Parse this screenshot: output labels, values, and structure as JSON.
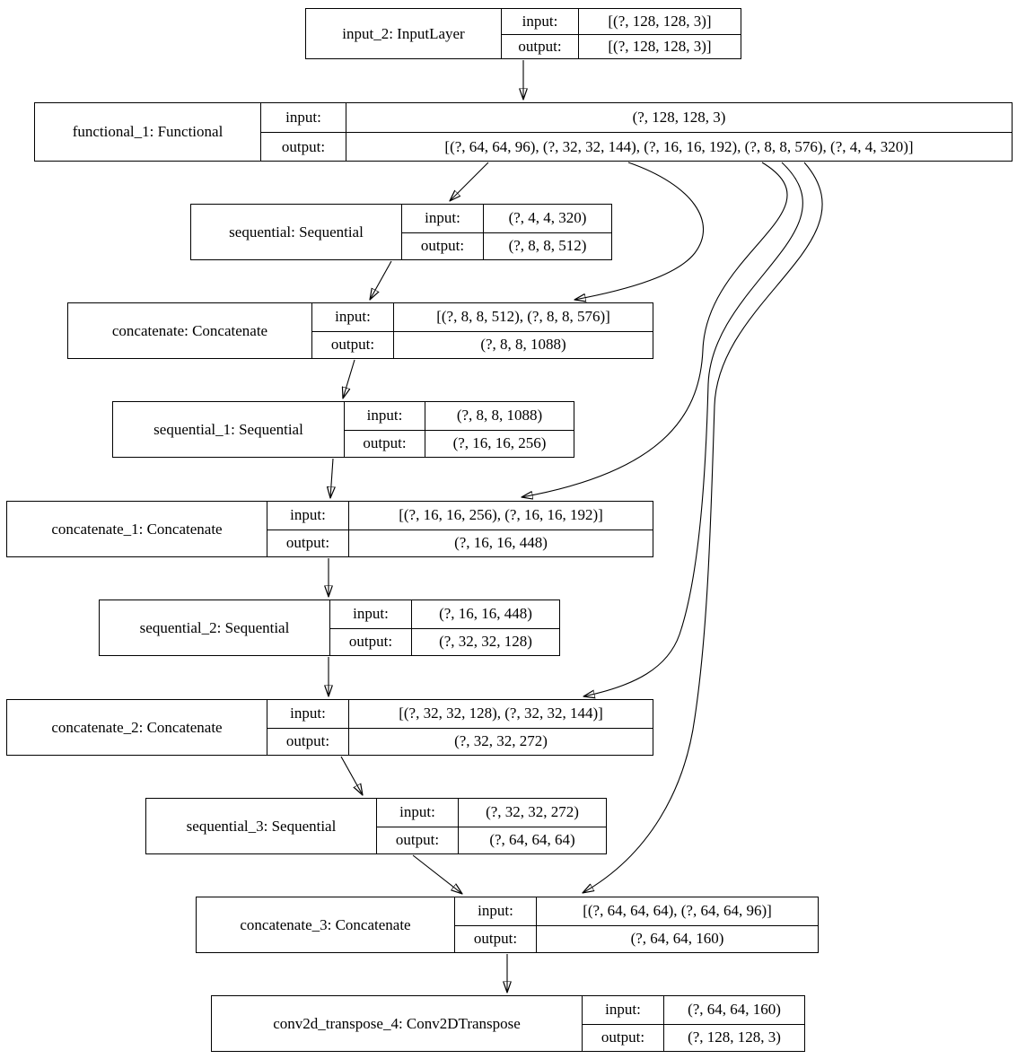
{
  "diagram": {
    "type": "keras-model-graph",
    "labels": {
      "input": "input:",
      "output": "output:"
    },
    "nodes": [
      {
        "id": "input_2",
        "title": "input_2: InputLayer",
        "input": "[(?, 128, 128, 3)]",
        "output": "[(?, 128, 128, 3)]"
      },
      {
        "id": "functional_1",
        "title": "functional_1: Functional",
        "input": "(?, 128, 128, 3)",
        "output": "[(?, 64, 64, 96), (?, 32, 32, 144), (?, 16, 16, 192), (?, 8, 8, 576), (?, 4, 4, 320)]"
      },
      {
        "id": "sequential",
        "title": "sequential: Sequential",
        "input": "(?, 4, 4, 320)",
        "output": "(?, 8, 8, 512)"
      },
      {
        "id": "concatenate",
        "title": "concatenate: Concatenate",
        "input": "[(?, 8, 8, 512), (?, 8, 8, 576)]",
        "output": "(?, 8, 8, 1088)"
      },
      {
        "id": "sequential_1",
        "title": "sequential_1: Sequential",
        "input": "(?, 8, 8, 1088)",
        "output": "(?, 16, 16, 256)"
      },
      {
        "id": "concatenate_1",
        "title": "concatenate_1: Concatenate",
        "input": "[(?, 16, 16, 256), (?, 16, 16, 192)]",
        "output": "(?, 16, 16, 448)"
      },
      {
        "id": "sequential_2",
        "title": "sequential_2: Sequential",
        "input": "(?, 16, 16, 448)",
        "output": "(?, 32, 32, 128)"
      },
      {
        "id": "concatenate_2",
        "title": "concatenate_2: Concatenate",
        "input": "[(?, 32, 32, 128), (?, 32, 32, 144)]",
        "output": "(?, 32, 32, 272)"
      },
      {
        "id": "sequential_3",
        "title": "sequential_3: Sequential",
        "input": "(?, 32, 32, 272)",
        "output": "(?, 64, 64, 64)"
      },
      {
        "id": "concatenate_3",
        "title": "concatenate_3: Concatenate",
        "input": "[(?, 64, 64, 64), (?, 64, 64, 96)]",
        "output": "(?, 64, 64, 160)"
      },
      {
        "id": "conv2d_transpose_4",
        "title": "conv2d_transpose_4: Conv2DTranspose",
        "input": "(?, 64, 64, 160)",
        "output": "(?, 128, 128, 3)"
      }
    ],
    "edges": [
      {
        "from": "input_2",
        "to": "functional_1"
      },
      {
        "from": "functional_1",
        "to": "sequential"
      },
      {
        "from": "functional_1",
        "to": "concatenate"
      },
      {
        "from": "functional_1",
        "to": "concatenate_1"
      },
      {
        "from": "functional_1",
        "to": "concatenate_2"
      },
      {
        "from": "functional_1",
        "to": "concatenate_3"
      },
      {
        "from": "sequential",
        "to": "concatenate"
      },
      {
        "from": "concatenate",
        "to": "sequential_1"
      },
      {
        "from": "sequential_1",
        "to": "concatenate_1"
      },
      {
        "from": "concatenate_1",
        "to": "sequential_2"
      },
      {
        "from": "sequential_2",
        "to": "concatenate_2"
      },
      {
        "from": "concatenate_2",
        "to": "sequential_3"
      },
      {
        "from": "sequential_3",
        "to": "concatenate_3"
      },
      {
        "from": "concatenate_3",
        "to": "conv2d_transpose_4"
      }
    ],
    "edge_color": "#000000",
    "node_border_color": "#000000",
    "background_color": "#ffffff"
  }
}
